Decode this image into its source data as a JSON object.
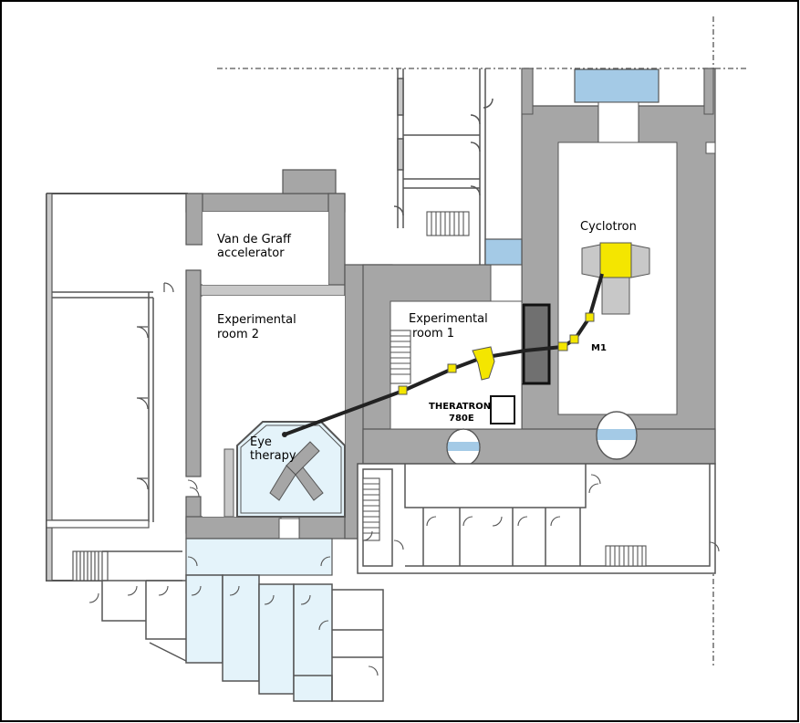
{
  "labels": {
    "van_de_graff": [
      "Van de Graff",
      "accelerator"
    ],
    "experimental_room_2": [
      "Experimental",
      "room 2"
    ],
    "experimental_room_1": [
      "Experimental",
      "room 1"
    ],
    "cyclotron": "Cyclotron",
    "theratron": [
      "THERATRON",
      "780E"
    ],
    "eye_therapy": [
      "Eye",
      "therapy"
    ],
    "m1": "M1"
  },
  "colors": {
    "wall": "#a6a6a6",
    "wall_edge": "#555555",
    "highlight_room": "#e4f3fa",
    "blue_element": "#a4cae6",
    "beam_line": "#222222",
    "magnet": "#f4e600",
    "border": "#000000"
  }
}
